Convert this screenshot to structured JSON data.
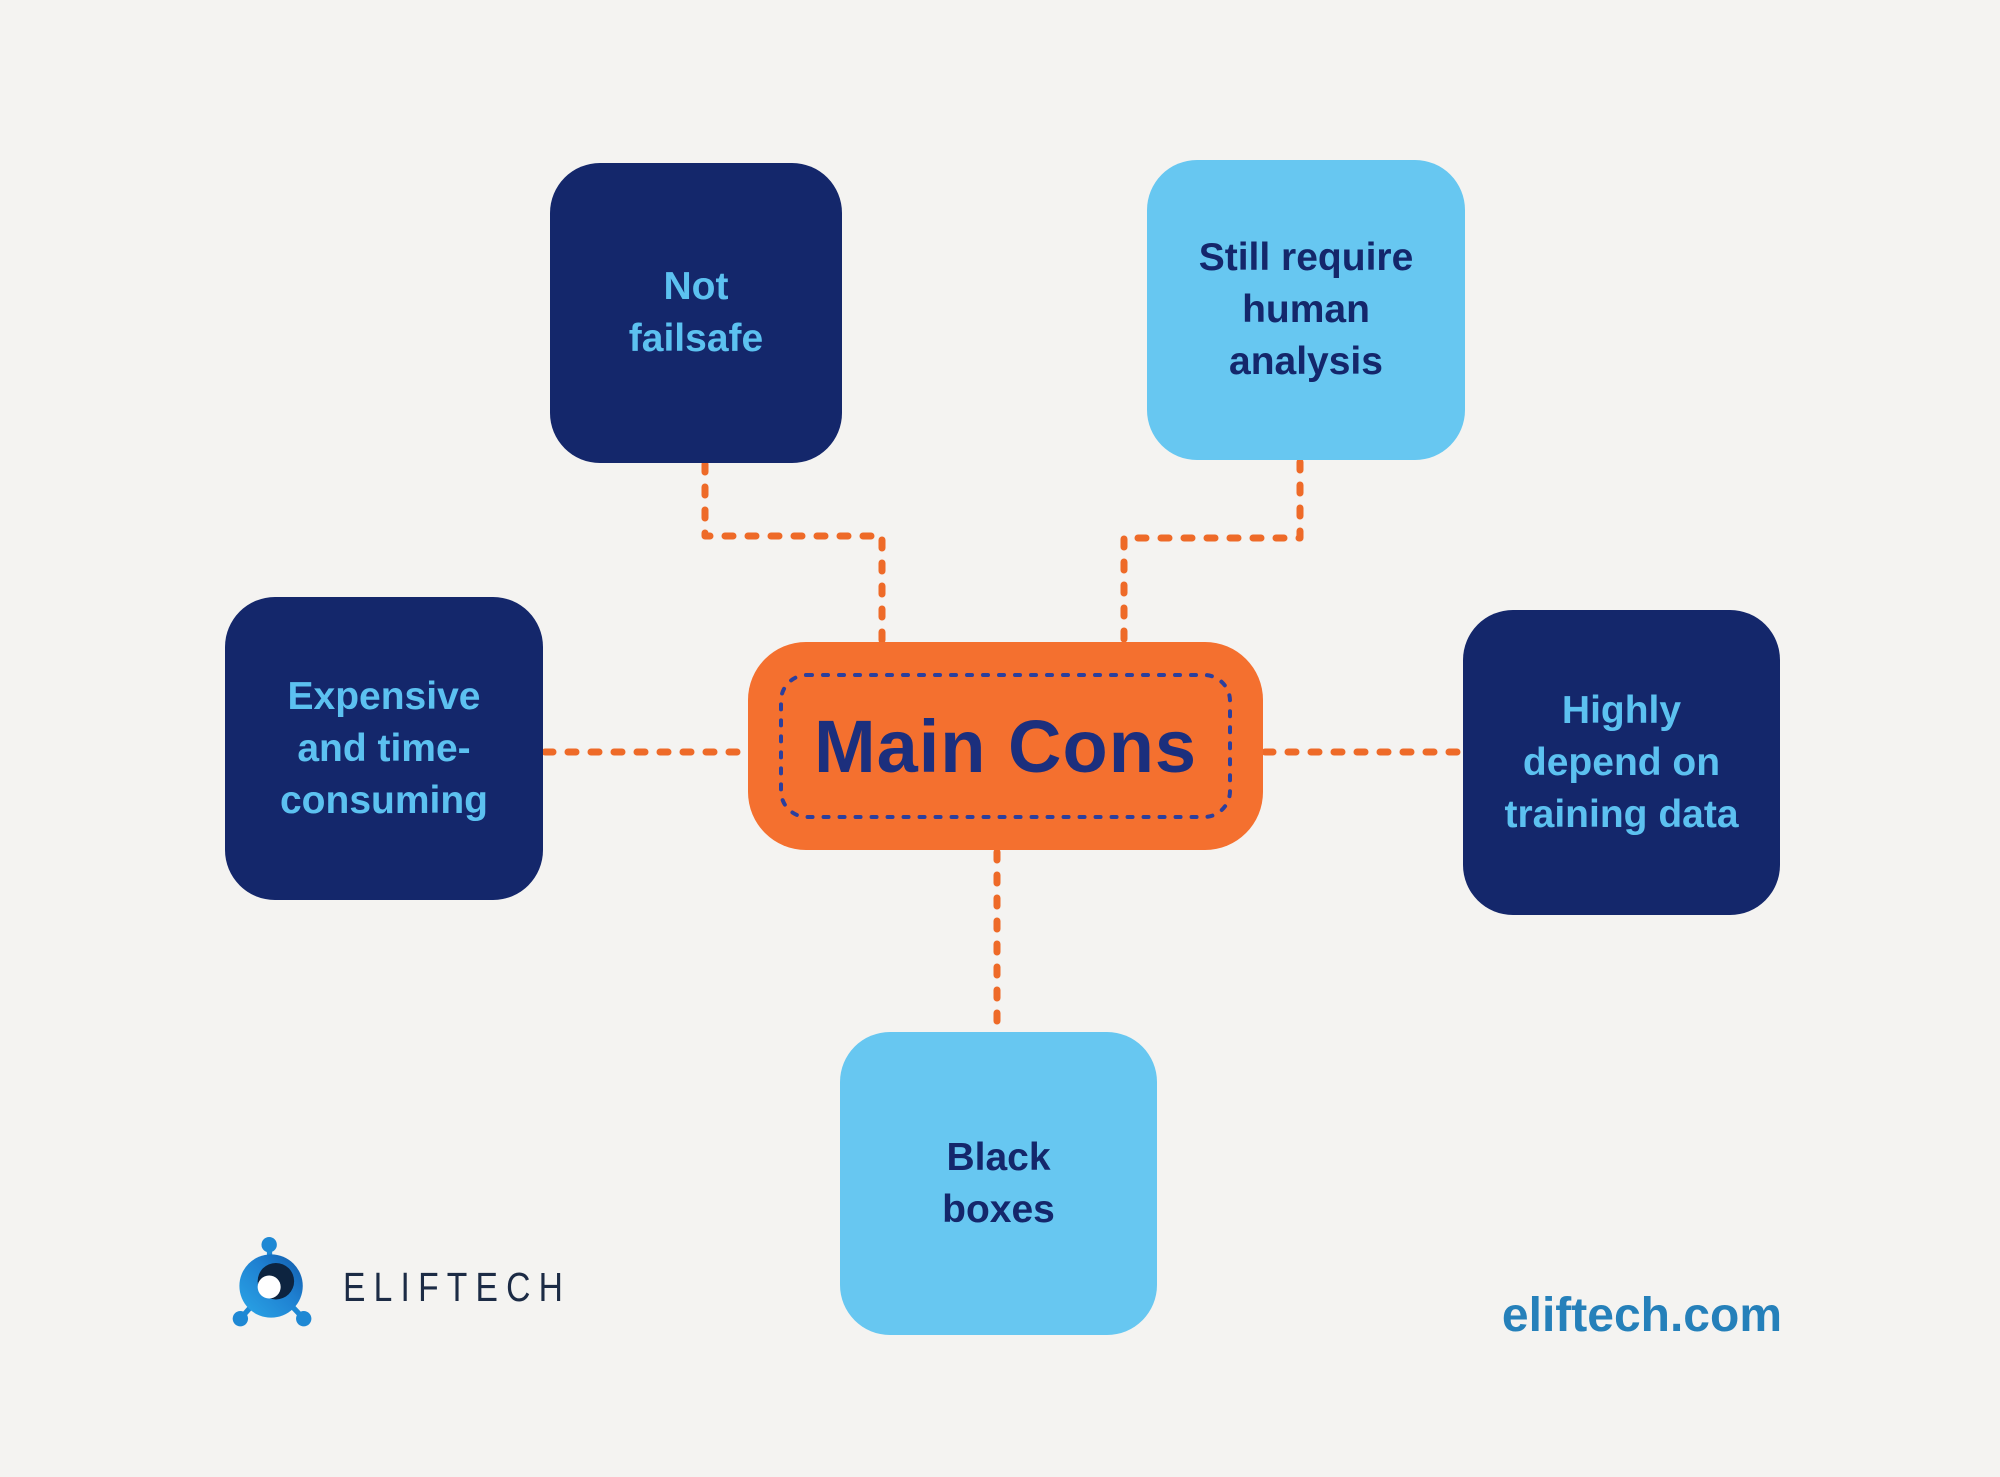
{
  "center": {
    "label": "Main Cons",
    "fill_color": "#F4702F",
    "text_color": "#1C2F7D",
    "dashed_border_color": "#2B3F9E"
  },
  "nodes": [
    {
      "id": "not-failsafe",
      "variant": "navy",
      "lines": [
        "Not",
        "failsafe"
      ]
    },
    {
      "id": "still-require-human-analysis",
      "variant": "sky",
      "lines": [
        "Still require",
        "human",
        "analysis"
      ]
    },
    {
      "id": "expensive-and-time-consuming",
      "variant": "navy",
      "lines": [
        "Expensive",
        "and time-",
        "consuming"
      ]
    },
    {
      "id": "highly-depend-on-training-data",
      "variant": "navy",
      "lines": [
        "Highly",
        "depend on",
        "training data"
      ]
    },
    {
      "id": "black-boxes",
      "variant": "sky",
      "lines": [
        "Black",
        "boxes"
      ]
    }
  ],
  "footer": {
    "brand": "ELIFTECH",
    "website": "eliftech.com"
  },
  "colors": {
    "background": "#F4F3F1",
    "navy_box": "#14276B",
    "sky_box": "#67C7F1",
    "sky_text": "#5CC1F0",
    "navy_text": "#14276B",
    "connector_orange": "#EE6A28",
    "brand_text": "#1C2B45",
    "website_text": "#2580BA",
    "logo_blue": "#1E88D4",
    "logo_dark_navy": "#0D2440"
  }
}
